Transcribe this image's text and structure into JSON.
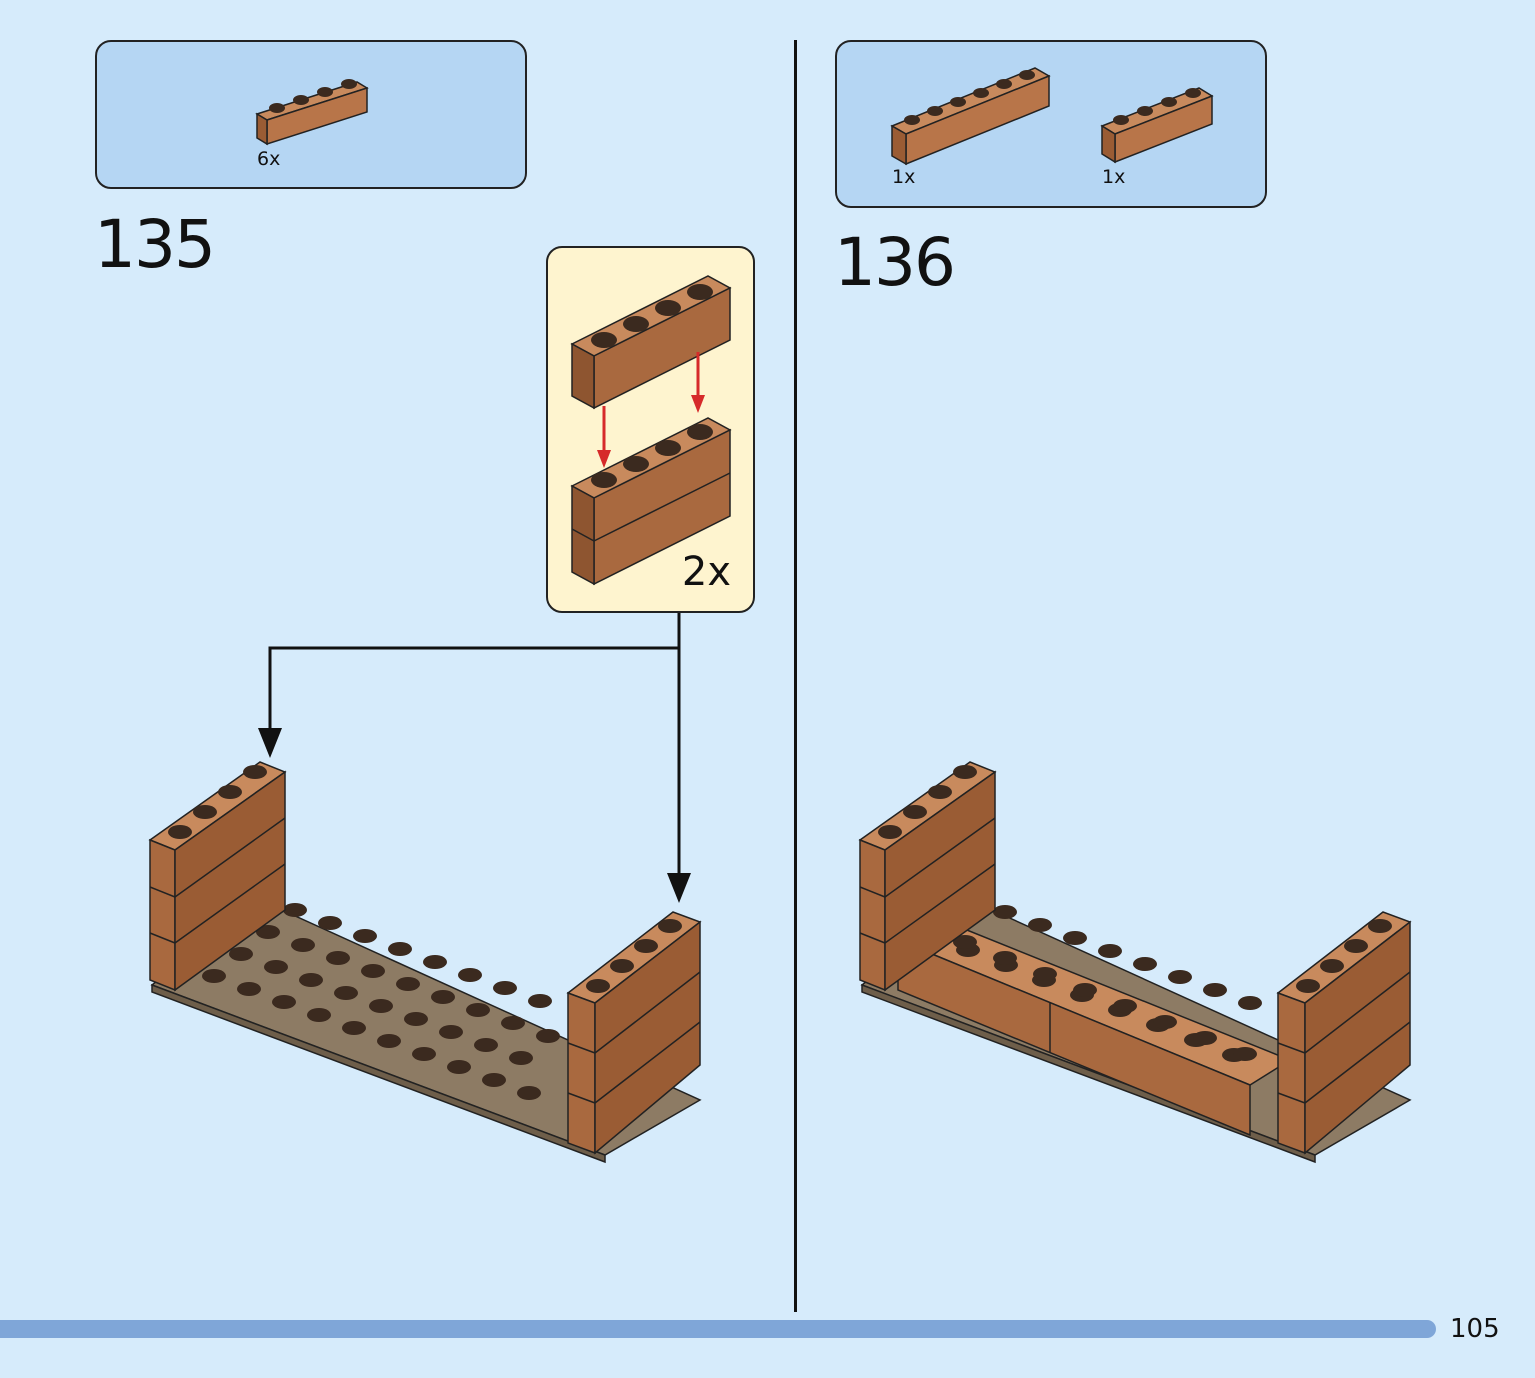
{
  "step135": {
    "number": "135",
    "parts": [
      {
        "name": "brick 1x4",
        "qty": "6x"
      }
    ],
    "callout_qty": "2x"
  },
  "step136": {
    "number": "136",
    "parts": [
      {
        "name": "brick 1x6",
        "qty": "1x"
      },
      {
        "name": "brick 1x4",
        "qty": "1x"
      }
    ]
  },
  "page_number": "105",
  "colors": {
    "background": "#d6ebfb",
    "parts_box": "#b5d6f3",
    "callout": "#fef4cf",
    "brick_front": "#a9693f",
    "brick_top": "#c88a5d",
    "plate": "#8d7b64",
    "stud": "#3b2a1f",
    "arrow_red": "#d62a2a",
    "bar": "#7fa6d8"
  }
}
